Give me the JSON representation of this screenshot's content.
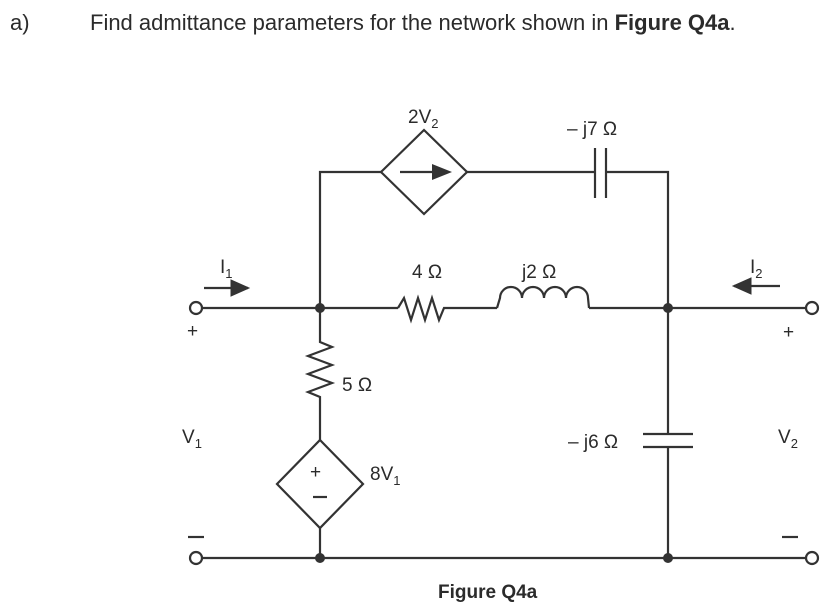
{
  "question": {
    "label": "a)",
    "text": "Find admittance parameters for the network shown in ",
    "figure_ref": "Figure Q4a",
    "end": "."
  },
  "figure": {
    "caption": "Figure Q4a",
    "components": {
      "dep_current_source": {
        "label": "2V",
        "sub": "2",
        "type": "voltage-controlled current source"
      },
      "cap_top": {
        "label": "– j7 Ω",
        "type": "capacitor"
      },
      "resistor_4": {
        "label": "4 Ω",
        "type": "resistor"
      },
      "inductor": {
        "label": "j2 Ω",
        "type": "inductor"
      },
      "resistor_5": {
        "label": "5 Ω",
        "type": "resistor"
      },
      "dep_voltage_source": {
        "label": "8V",
        "sub": "1",
        "type": "voltage-controlled voltage source",
        "plus": "+",
        "minus": "–"
      },
      "cap_right": {
        "label": "– j6 Ω",
        "type": "capacitor"
      }
    },
    "ports": {
      "port1": {
        "current": "I",
        "current_sub": "1",
        "voltage": "V",
        "voltage_sub": "1",
        "plus": "+",
        "minus": "–"
      },
      "port2": {
        "current": "I",
        "current_sub": "2",
        "voltage": "V",
        "voltage_sub": "2",
        "plus": "+",
        "minus": "–"
      }
    }
  }
}
